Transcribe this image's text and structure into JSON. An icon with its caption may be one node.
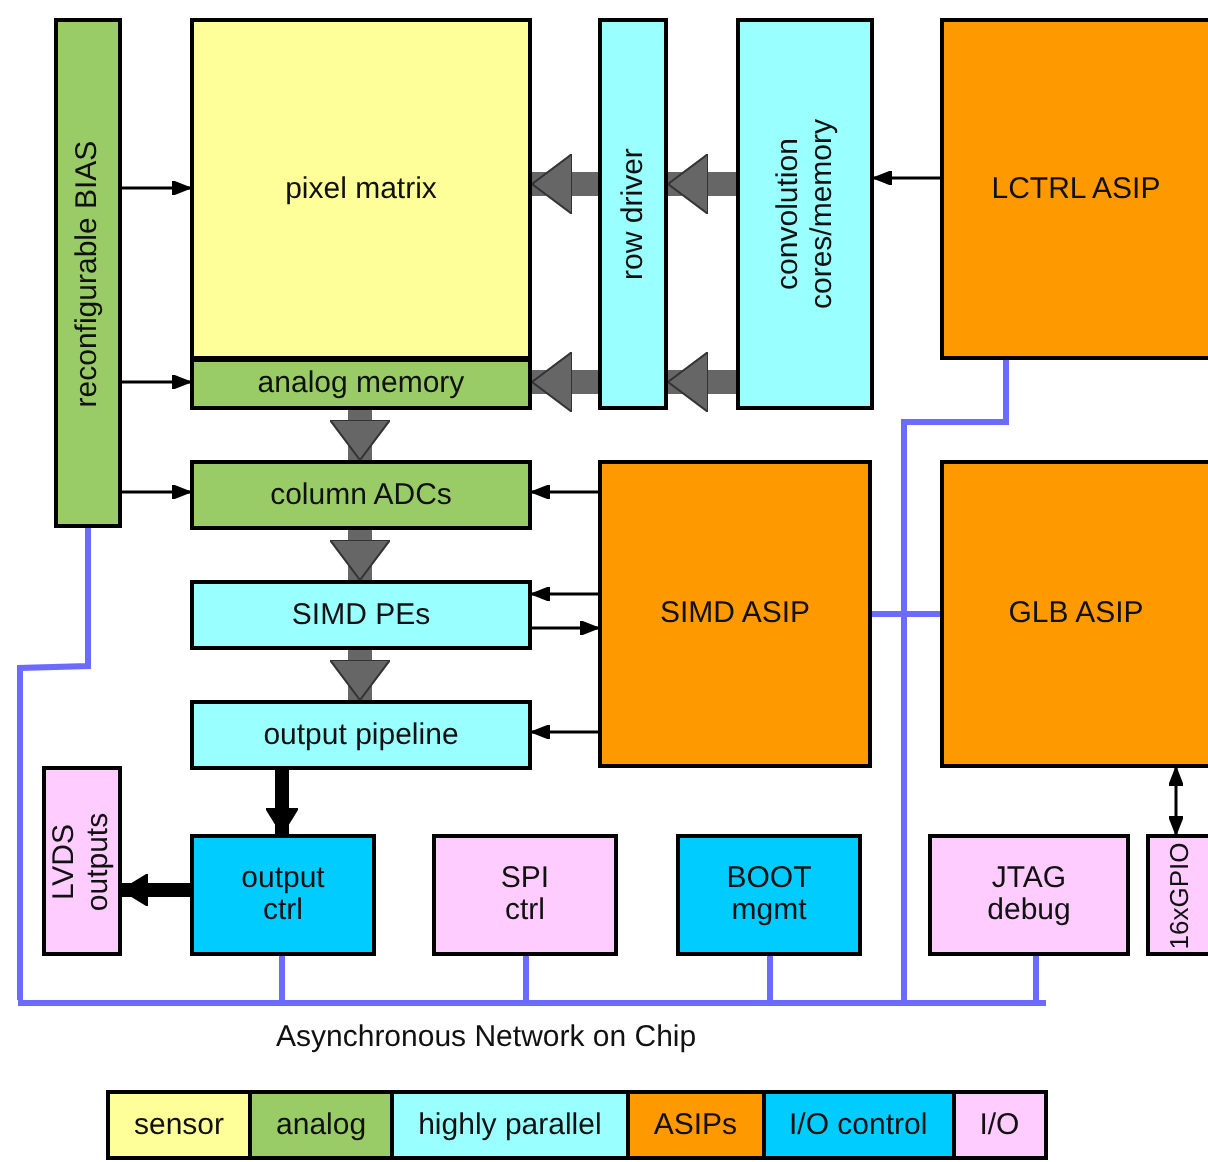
{
  "diagram": {
    "nodes": [
      {
        "text": [
          "reconfigurable BIAS"
        ]
      },
      {
        "text": [
          "pixel matrix"
        ]
      },
      {
        "text": [
          "analog memory"
        ]
      },
      {
        "text": [
          "row driver"
        ]
      },
      {
        "text": [
          "convolution cores/memory"
        ]
      },
      {
        "text": [
          "LCTRL ASIP"
        ]
      },
      {
        "text": [
          "column ADCs"
        ]
      },
      {
        "text": [
          "SIMD PEs"
        ]
      },
      {
        "text": [
          "SIMD ASIP"
        ]
      },
      {
        "text": [
          "GLB ASIP"
        ]
      },
      {
        "text": [
          "output pipeline"
        ]
      },
      {
        "text": [
          "LVDS outputs"
        ]
      },
      {
        "text": [
          "output ctrl"
        ]
      },
      {
        "text": [
          "SPI ctrl"
        ]
      },
      {
        "text": [
          "BOOT mgmt"
        ]
      },
      {
        "text": [
          "JTAG debug"
        ]
      },
      {
        "text": [
          "16xGPIO"
        ]
      },
      {
        "text": [],
        "shape": "bar"
      }
    ],
    "edges": [
      {
        "from": 0,
        "to": 1,
        "arrow": "to"
      },
      {
        "from": 0,
        "to": 2,
        "arrow": "to"
      },
      {
        "from": 0,
        "to": 6,
        "arrow": "to"
      },
      {
        "from": 3,
        "to": 1,
        "arrow": "to",
        "style": "thick",
        "color": "#666666"
      },
      {
        "from": 3,
        "to": 2,
        "arrow": "to",
        "style": "thick",
        "color": "#666666"
      },
      {
        "from": 4,
        "to": 3,
        "arrow": "to",
        "style": "thick",
        "color": "#666666"
      },
      {
        "from": 4,
        "to": 3,
        "arrow": "to",
        "style": "thick",
        "color": "#666666"
      },
      {
        "from": 5,
        "to": 4,
        "arrow": "to"
      },
      {
        "from": 2,
        "to": 6,
        "arrow": "to",
        "style": "thick",
        "color": "#666666"
      },
      {
        "from": 6,
        "to": 7,
        "arrow": "to",
        "style": "thick",
        "color": "#666666"
      },
      {
        "from": 7,
        "to": 10,
        "arrow": "to",
        "style": "thick",
        "color": "#666666"
      },
      {
        "from": 8,
        "to": 6,
        "arrow": "to"
      },
      {
        "from": 8,
        "to": 7,
        "arrow": "to"
      },
      {
        "from": 7,
        "to": 8,
        "arrow": "to"
      },
      {
        "from": 8,
        "to": 10,
        "arrow": "to"
      },
      {
        "from": 10,
        "to": 12,
        "arrow": "to",
        "style": "thick"
      },
      {
        "from": 12,
        "to": 11,
        "arrow": "to",
        "style": "thick"
      },
      {
        "from": 9,
        "to": 16,
        "arrow": "both"
      },
      {
        "from": 0,
        "to": 17,
        "arrow": "none",
        "color": "#6b6bff"
      },
      {
        "from": 5,
        "to": 17,
        "arrow": "none",
        "color": "#6b6bff"
      },
      {
        "from": 8,
        "to": 17,
        "arrow": "none",
        "color": "#6b6bff"
      },
      {
        "from": 9,
        "to": 17,
        "arrow": "none",
        "color": "#6b6bff"
      },
      {
        "from": 12,
        "to": 17,
        "arrow": "none",
        "color": "#6b6bff"
      },
      {
        "from": 13,
        "to": 17,
        "arrow": "none",
        "color": "#6b6bff"
      },
      {
        "from": 14,
        "to": 17,
        "arrow": "none",
        "color": "#6b6bff"
      },
      {
        "from": 15,
        "to": 17,
        "arrow": "none",
        "color": "#6b6bff"
      }
    ],
    "labels": [
      "Asynchronous Network on Chip"
    ],
    "legend": [
      {
        "text": "sensor",
        "color": "#ffff99"
      },
      {
        "text": "analog",
        "color": "#99cc66"
      },
      {
        "text": "highly parallel",
        "color": "#99ffff"
      },
      {
        "text": "ASIPs",
        "color": "#ff9900"
      },
      {
        "text": "I/O control",
        "color": "#00ccff"
      },
      {
        "text": "I/O",
        "color": "#ffccff"
      }
    ]
  }
}
